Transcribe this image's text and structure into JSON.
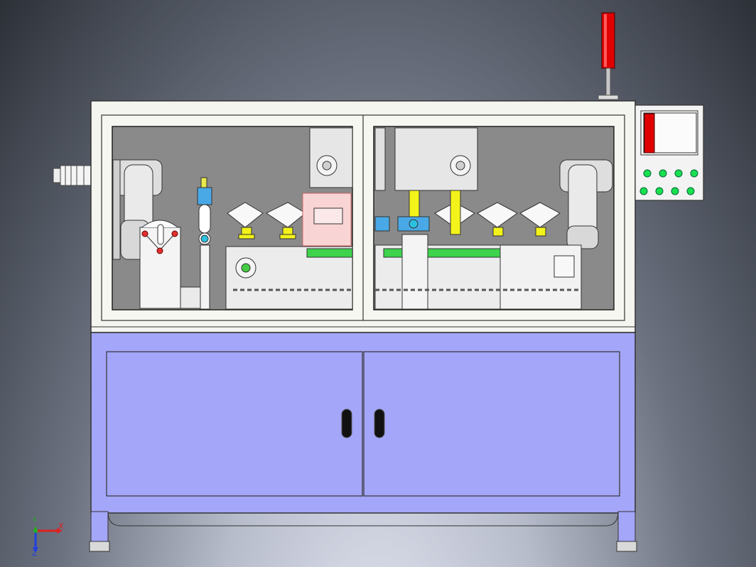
{
  "view": {
    "background_top": "#2c3138",
    "background_bottom": "#dfe2ee"
  },
  "machine": {
    "frame_color": "#f5f5f0",
    "window_bg": "#8a8a8a",
    "cabinet_color": "#a4a6f9",
    "stack_light_color": "#e00000",
    "rail_color": "#3dd34d",
    "part_color": "#f3f31a",
    "fixture_color": "#49a9e6",
    "button_color": "#19e050",
    "control_buttons": 8,
    "cabinet_doors": 2
  },
  "triad": {
    "x_label": "X",
    "y_label": "Y",
    "z_label": "Z",
    "x_color": "#e02020",
    "y_color": "#20b020",
    "z_color": "#2040e0"
  }
}
